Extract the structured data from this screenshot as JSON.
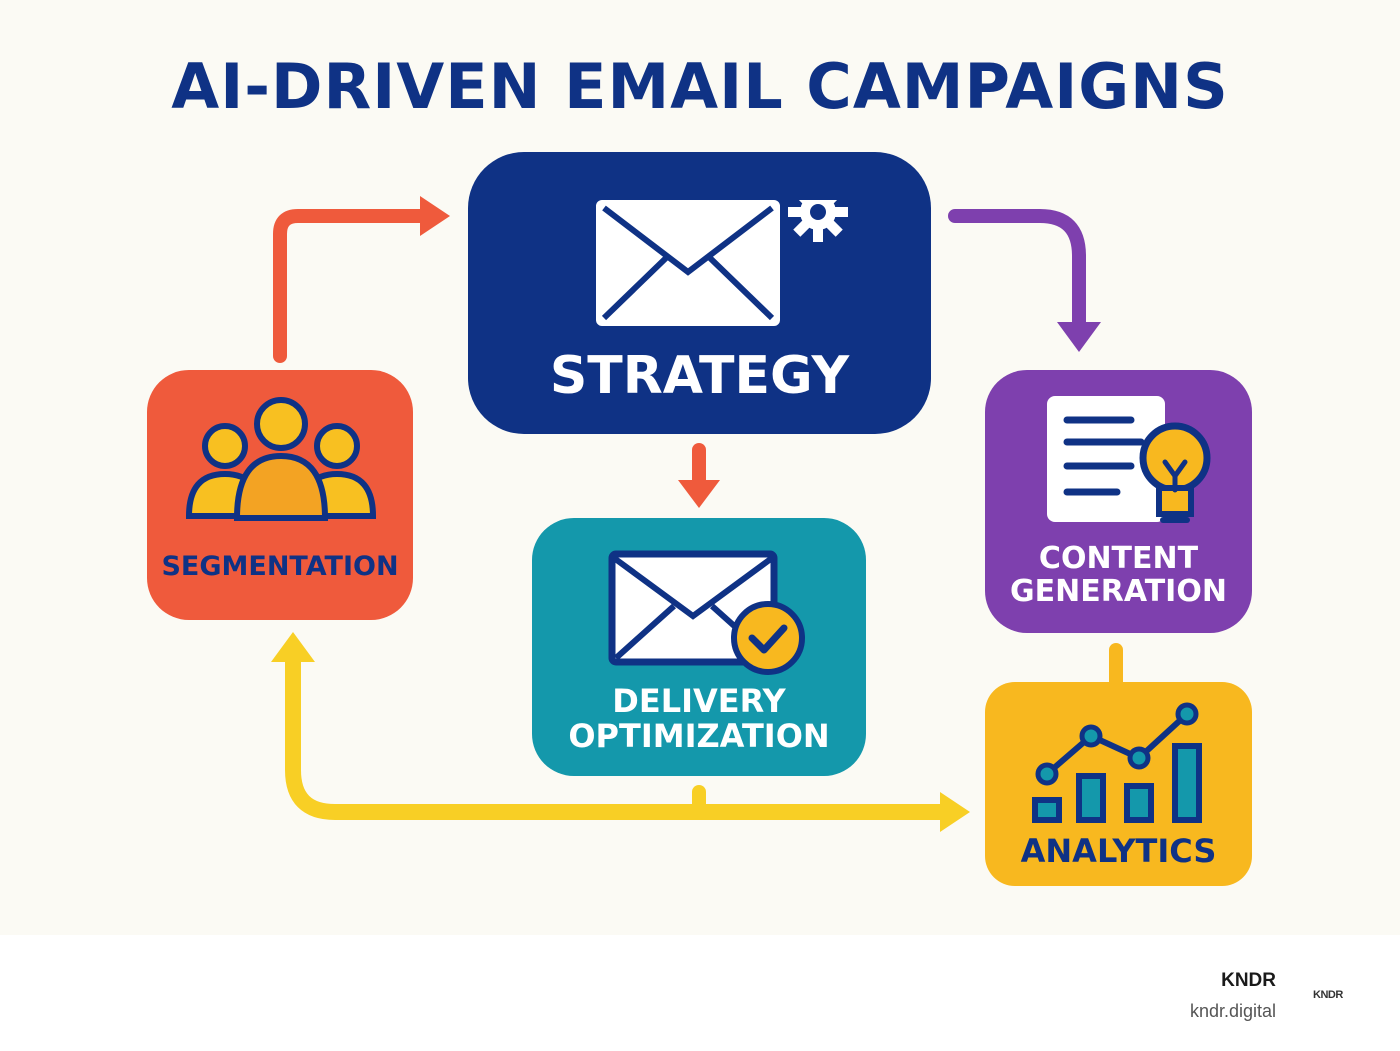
{
  "title": "AI-DRIVEN EMAIL CAMPAIGNS",
  "nodes": {
    "strategy": {
      "label": "STRATEGY",
      "icon": "envelope-gear-icon",
      "color": "#0f3285"
    },
    "segmentation": {
      "label": "SEGMENTATION",
      "icon": "people-group-icon",
      "color": "#ef5a3c"
    },
    "content": {
      "label_line1": "CONTENT",
      "label_line2": "GENERATION",
      "icon": "document-lightbulb-icon",
      "color": "#7e40ae"
    },
    "delivery": {
      "label_line1": "DELIVERY",
      "label_line2": "OPTIMIZATION",
      "icon": "envelope-check-icon",
      "color": "#1498ab"
    },
    "analytics": {
      "label": "ANALYTICS",
      "icon": "bar-line-chart-icon",
      "color": "#f8b81f"
    }
  },
  "arrows": [
    {
      "from": "segmentation",
      "to": "strategy",
      "color": "#ef5a3c"
    },
    {
      "from": "strategy",
      "to": "content",
      "color": "#7e40ae"
    },
    {
      "from": "strategy",
      "to": "delivery",
      "color": "#ef5a3c"
    },
    {
      "from": "content",
      "to": "analytics",
      "color": "#f8b81f"
    },
    {
      "from": "delivery",
      "to": "analytics",
      "color": "#f8cf25"
    },
    {
      "from": "analytics",
      "to": "segmentation",
      "color": "#f8cf25"
    }
  ],
  "footer": {
    "brand": "KNDR",
    "url": "kndr.digital",
    "logo_text": "KNDR"
  }
}
